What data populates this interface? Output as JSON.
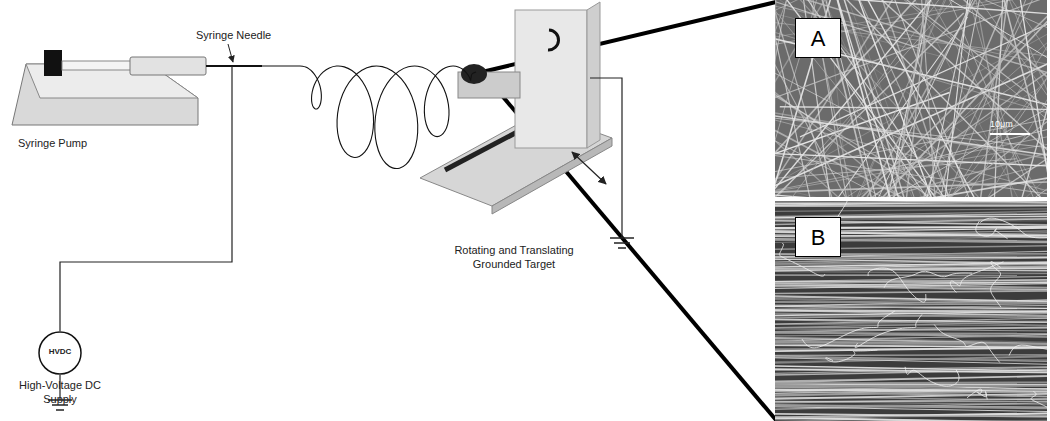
{
  "diagram": {
    "nodes": [
      {
        "text": [
          "Syringe Pump"
        ]
      },
      {
        "text": [
          "HVDC",
          "High-Voltage DC Supply"
        ]
      },
      {
        "text": [
          "Rotating and Translating Grounded Target"
        ]
      },
      {
        "text": [
          "A",
          "10μm"
        ]
      },
      {
        "text": [
          "B"
        ]
      }
    ],
    "edges": [
      {
        "from": 1,
        "to": 0,
        "arrow": "none"
      }
    ],
    "labels": [
      "Syringe Needle"
    ]
  }
}
